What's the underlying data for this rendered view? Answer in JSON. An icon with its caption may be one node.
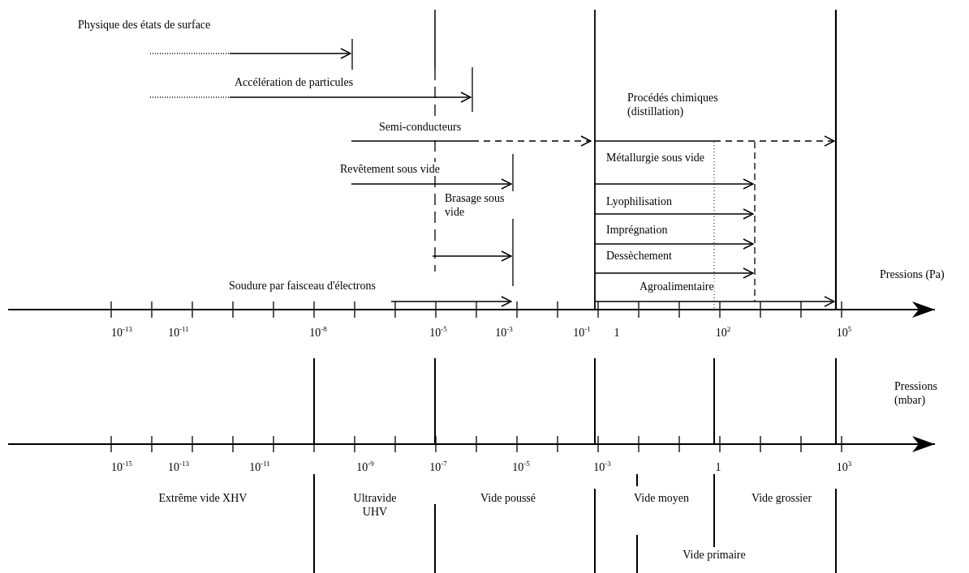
{
  "diagram": {
    "labels": [
      "Physique des états de surface",
      "Accélération de particules",
      "Procédés chimiques (distillation)",
      "Semi-conducteurs",
      "Métallurgie sous vide",
      "Revêtement sous vide",
      "Brasage sous vide",
      "Lyophilisation",
      "Imprégnation",
      "Dessèchement",
      "Pressions (Pa)",
      "Soudure par faisceau d'électrons",
      "Agroalimentaire",
      "10$^{-13}$",
      "10$^{-11}$",
      "10$^{-8}$",
      "10$^{-5}$",
      "10$^{-3}$",
      "10$^{-1}$",
      "1",
      "10$^{2}$",
      "10$^{5}$",
      "Pressions (mbar)",
      "10$^{-15}$",
      "10$^{-13}$",
      "10$^{-11}$",
      "10$^{-9}$",
      "10$^{-7}$",
      "10$^{-5}$",
      "10$^{-3}$",
      "1",
      "10$^{3}$",
      "Extrême vide XHV",
      "Ultravide UHV",
      "Vide poussé",
      "Vide moyen",
      "Vide grossier",
      "Vide primaire"
    ]
  }
}
